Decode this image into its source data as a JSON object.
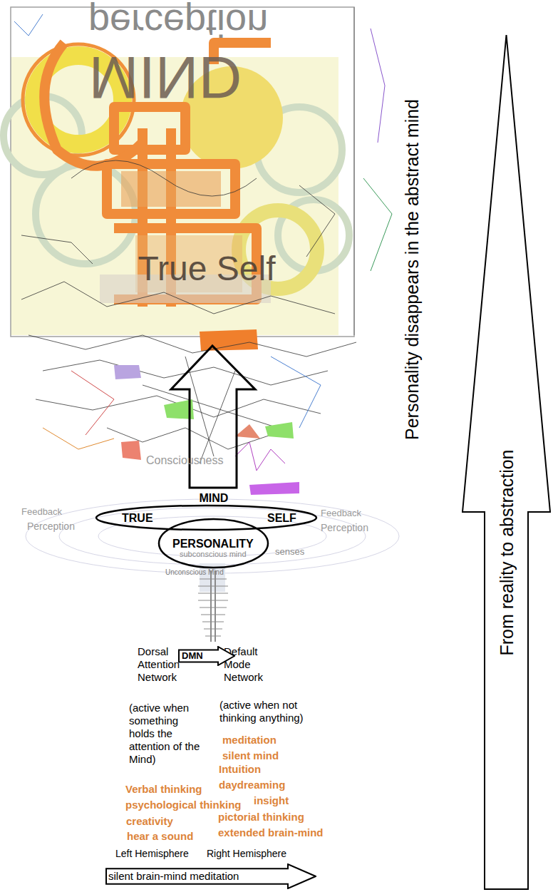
{
  "diagram": {
    "nodes": [
      {
        "text": [
          "TRUE",
          "SELF"
        ]
      },
      {
        "text": [
          "PERSONALITY"
        ]
      },
      {
        "text": [
          "DMN"
        ]
      },
      {
        "text": [
          "silent brain-mind meditation"
        ]
      },
      {
        "text": [
          "From reality to abstraction"
        ]
      }
    ],
    "labels": [
      "perception",
      "MIND",
      "True Self",
      "Consciousness",
      "MIND",
      "Feedback",
      "Feedback",
      "Perception",
      "Perception",
      "subconscious mind",
      "senses",
      "Unconscious Mind",
      "Dorsal Attention Network",
      "Default Mode Network",
      "(active when something holds the attention of the Mind)",
      "(active when not thinking anything)",
      "meditation",
      "silent mind",
      "Intuition",
      "Verbal thinking",
      "daydreaming",
      "psychological thinking",
      "insight",
      "creativity",
      "pictorial thinking",
      "hear a sound",
      "extended brain-mind",
      "Left Hemisphere",
      "Right Hemisphere",
      "Personality disappears in the abstract mind"
    ]
  }
}
